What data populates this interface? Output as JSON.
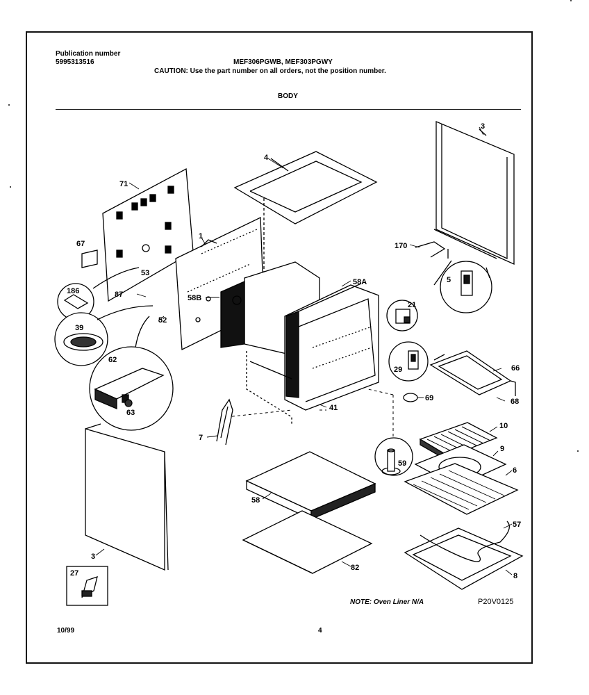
{
  "header": {
    "publication_label": "Publication number",
    "publication_number": "5995313516",
    "models": "MEF306PGWB, MEF303PGWY",
    "caution": "CAUTION:  Use the part number on all orders, not the position number.",
    "section": "BODY"
  },
  "footer": {
    "date": "10/99",
    "page": "4",
    "note": "NOTE:  Oven Liner N/A",
    "figure_code": "P20V0125"
  },
  "callouts": {
    "c71": "71",
    "c1": "1",
    "c4": "4",
    "c3_top": "3",
    "c67": "67",
    "c186": "186",
    "c53": "53",
    "c87": "87",
    "c52": "52",
    "c58b": "58B",
    "c58a": "58A",
    "c170": "170",
    "c5": "5",
    "c21": "21",
    "c39": "39",
    "c62": "62",
    "c63": "63",
    "c29": "29",
    "c66": "66",
    "c68": "68",
    "c69": "69",
    "c41": "41",
    "c7": "7",
    "c10": "10",
    "c9": "9",
    "c6": "6",
    "c59": "59",
    "c58": "58",
    "c82": "82",
    "c3_bottom": "3",
    "c57": "57",
    "c8": "8",
    "c27": "27"
  }
}
